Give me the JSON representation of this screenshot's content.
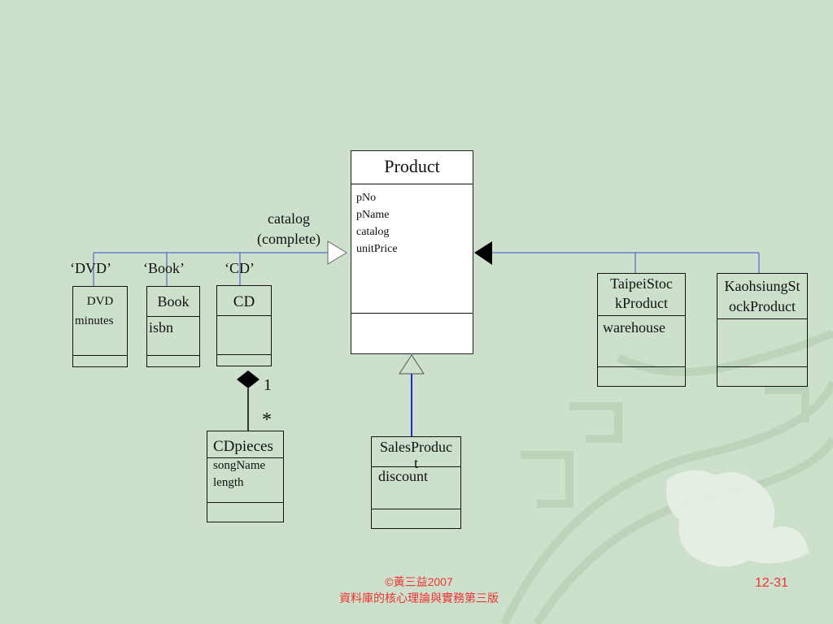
{
  "product": {
    "title": "Product",
    "attributes": [
      "pNo",
      "pName",
      "catalog",
      "unitPrice"
    ]
  },
  "catalog_label_line1": "catalog",
  "catalog_label_line2": "(complete)",
  "discriminators": {
    "dvd": "‘DVD’",
    "book": "‘Book’",
    "cd": "‘CD’"
  },
  "dvd": {
    "title": "DVD",
    "attribute": "minutes"
  },
  "book": {
    "title": "Book",
    "attribute": "isbn"
  },
  "cd": {
    "title": "CD"
  },
  "multiplicity": {
    "one": "1",
    "many": "*"
  },
  "cdpieces": {
    "title": "CDpieces",
    "attributes": [
      "songName",
      "length"
    ]
  },
  "salesproduct": {
    "title_line1": "SalesProduc",
    "title_line2": "t",
    "attribute": "discount"
  },
  "taipei": {
    "title_line1": "TaipeiStoc",
    "title_line2": "kProduct",
    "attribute": "warehouse"
  },
  "kaohsiung": {
    "title_line1": "KaohsiungSt",
    "title_line2": "ockProduct"
  },
  "footer": {
    "copyright_line1": "©黃三益2007",
    "copyright_line2": "資料庫的核心理論與實務第三版",
    "page_number": "12-31"
  },
  "colors": {
    "connector": "#3a4fd0",
    "footer_text": "#ee3333",
    "background": "#cde0cb"
  }
}
